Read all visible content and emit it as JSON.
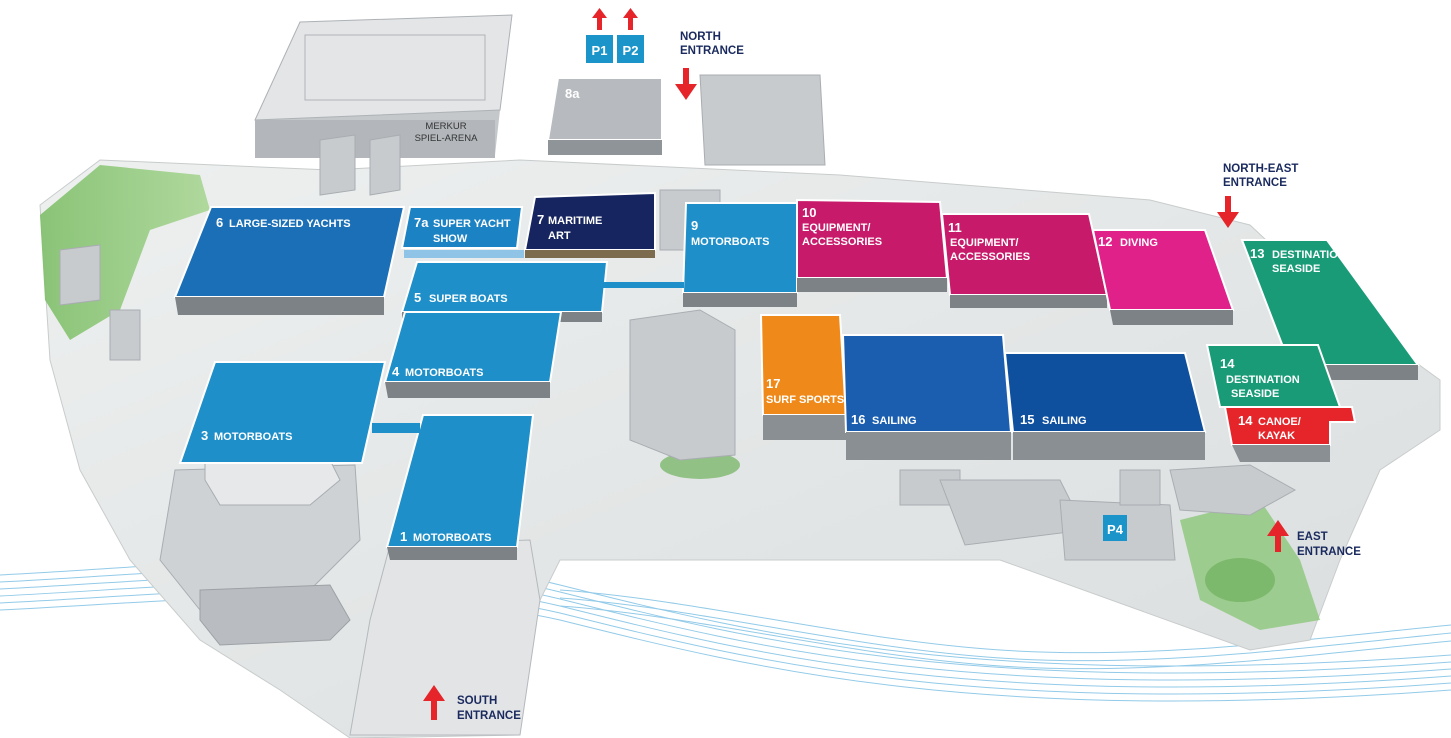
{
  "colors": {
    "light_blue": "#1e8fc9",
    "mid_blue": "#1b6fb6",
    "dark_blue": "#0e4f9e",
    "navy": "#16255f",
    "magenta": "#c81a6a",
    "pink": "#e0218a",
    "teal": "#1a9b78",
    "orange": "#ef8a1a",
    "red": "#e5252a",
    "grey_hall": "#9ea3a8",
    "parking": "#1b95c9",
    "arrow": "#e5252a",
    "entrance_text": "#1a2a5e"
  },
  "arena": {
    "line1": "MERKUR",
    "line2": "SPIEL-ARENA"
  },
  "parking": {
    "p1": "P1",
    "p2": "P2",
    "p4": "P4"
  },
  "entrances": {
    "north": {
      "line1": "NORTH",
      "line2": "ENTRANCE"
    },
    "north_east": {
      "line1": "NORTH-EAST",
      "line2": "ENTRANCE"
    },
    "east": {
      "line1": "EAST",
      "line2": "ENTRANCE"
    },
    "south": {
      "line1": "SOUTH",
      "line2": "ENTRANCE"
    }
  },
  "halls": {
    "h8a": {
      "num": "8a",
      "line1": "",
      "line2": ""
    },
    "h6": {
      "num": "6",
      "line1": "LARGE-SIZED YACHTS",
      "line2": ""
    },
    "h7a": {
      "num": "7a",
      "line1": "SUPER YACHT",
      "line2": "SHOW"
    },
    "h7": {
      "num": "7",
      "line1": "MARITIME",
      "line2": "ART"
    },
    "h9": {
      "num": "9",
      "line1": "MOTORBOATS",
      "line2": ""
    },
    "h10": {
      "num": "10",
      "line1": "EQUIPMENT/",
      "line2": "ACCESSORIES"
    },
    "h11": {
      "num": "11",
      "line1": "EQUIPMENT/",
      "line2": "ACCESSORIES"
    },
    "h12": {
      "num": "12",
      "line1": "DIVING",
      "line2": ""
    },
    "h13": {
      "num": "13",
      "line1": "DESTINATION",
      "line2": "SEASIDE"
    },
    "h5": {
      "num": "5",
      "line1": "SUPER BOATS",
      "line2": ""
    },
    "h4": {
      "num": "4",
      "line1": "MOTORBOATS",
      "line2": ""
    },
    "h3": {
      "num": "3",
      "line1": "MOTORBOATS",
      "line2": ""
    },
    "h1": {
      "num": "1",
      "line1": "MOTORBOATS",
      "line2": ""
    },
    "h17": {
      "num": "17",
      "line1": "SURF SPORTS",
      "line2": ""
    },
    "h16": {
      "num": "16",
      "line1": "SAILING",
      "line2": ""
    },
    "h15": {
      "num": "15",
      "line1": "SAILING",
      "line2": ""
    },
    "h14": {
      "num": "14",
      "line1": "DESTINATION",
      "line2": "SEASIDE"
    },
    "h14b": {
      "num": "14",
      "line1": "CANOE/",
      "line2": "KAYAK"
    }
  }
}
